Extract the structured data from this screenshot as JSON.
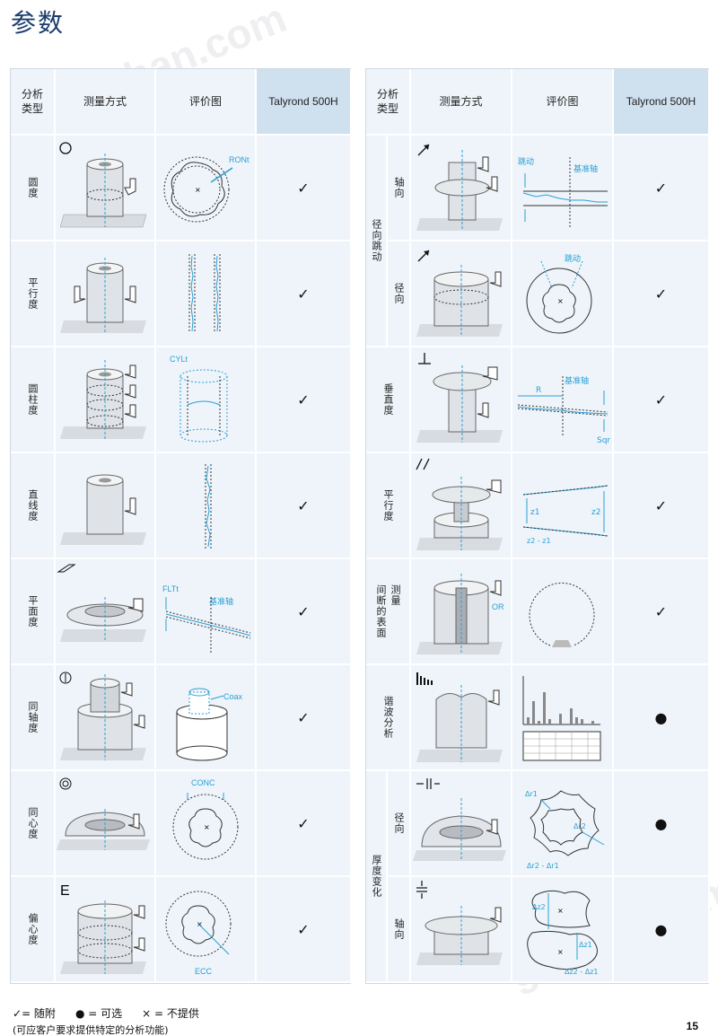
{
  "title": "参数",
  "watermark": "gkzhan.com",
  "headers": {
    "type": "分析\n类型",
    "method": "测量方式",
    "chart": "评价图",
    "product": "Talyrond 500H"
  },
  "left_rows": [
    {
      "label": "圆度",
      "mark": "✓",
      "annot": "RONt"
    },
    {
      "label": "平行度",
      "mark": "✓",
      "annot": ""
    },
    {
      "label": "圆柱度",
      "mark": "✓",
      "annot": "CYLt"
    },
    {
      "label": "直线度",
      "mark": "✓",
      "annot": ""
    },
    {
      "label": "平面度",
      "mark": "✓",
      "annot": "FLTt",
      "annot2": "基准轴"
    },
    {
      "label": "同轴度",
      "mark": "✓",
      "annot": "Coax"
    },
    {
      "label": "同心度",
      "mark": "✓",
      "annot": "CONC"
    },
    {
      "label": "偏心度",
      "mark": "✓",
      "annot": "ECC",
      "symbol": "E"
    }
  ],
  "right_rows": {
    "runout_group": "径向跳动",
    "runout_axial": {
      "label": "轴向",
      "mark": "✓",
      "annot": "跳动",
      "annot2": "基准轴"
    },
    "runout_radial": {
      "label": "径向",
      "mark": "✓",
      "annot": "跳动"
    },
    "perp": {
      "label": "垂直度",
      "mark": "✓",
      "annot": "R",
      "annot2": "基准轴",
      "annot3": "Sqr"
    },
    "parallel": {
      "label": "平行度",
      "mark": "✓",
      "annot": "z1",
      "annot2": "z2",
      "annot3": "z2 - z1"
    },
    "interrupted": {
      "label": "测量\n间断的表面",
      "mark": "✓",
      "annot": "OR"
    },
    "harmonic": {
      "label": "谐波分析",
      "mark": "●"
    },
    "thickness_group": "厚度变化",
    "thick_radial": {
      "label": "径向",
      "mark": "●",
      "annot": "Δr1",
      "annot2": "Δr2",
      "annot3": "Δr2 - Δr1"
    },
    "thick_axial": {
      "label": "轴向",
      "mark": "●",
      "annot": "Δz2",
      "annot2": "Δz1",
      "annot3": "Δz2 - Δz1"
    }
  },
  "legend": {
    "standard_sym": "✓",
    "standard": "= 随附",
    "optional_sym": "●",
    "optional": "= 可选",
    "na_sym": "×",
    "na": "= 不提供",
    "note": "(可应客户要求提供特定的分析功能)"
  },
  "page_number": "15",
  "colors": {
    "accent": "#2a9fd6",
    "header_bg": "#cfe0ef",
    "cell_bg": "#eef4f9",
    "title": "#1c3d6e"
  }
}
